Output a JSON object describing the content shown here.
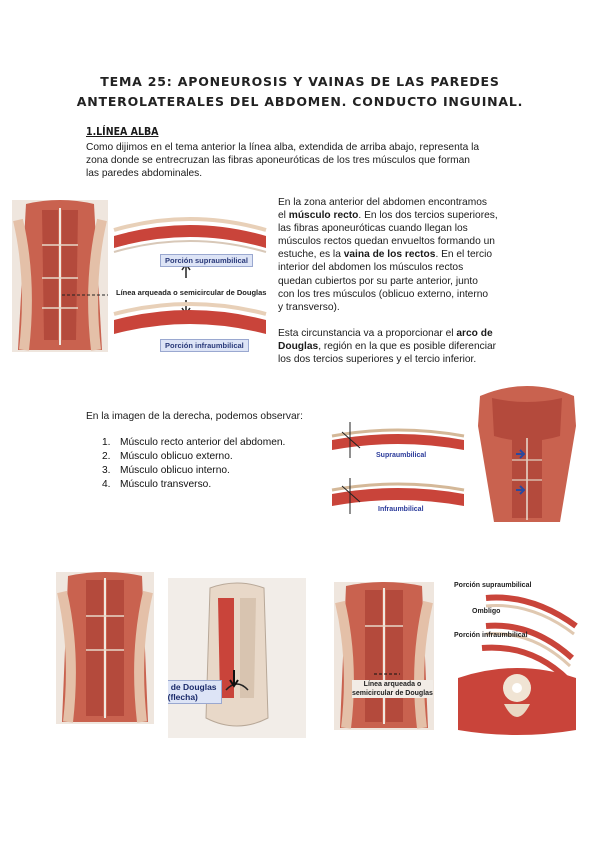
{
  "title": {
    "line1": "TEMA 25: APONEUROSIS Y VAINAS DE LAS PAREDES",
    "line2": "ANTEROLATERALES DEL ABDOMEN. CONDUCTO INGUINAL."
  },
  "section": {
    "heading": "1.LÍNEA ALBA"
  },
  "intro": {
    "line1": "Como dijimos en el tema anterior la línea alba, extendida de arriba abajo, representa la",
    "line2": "zona donde se entrecruzan las fibras aponeuróticas de los tres músculos que forman",
    "line3": "las paredes abdominales."
  },
  "right_text": {
    "p1_a": "En la zona anterior del abdomen encontramos",
    "p1_b_pre": "el ",
    "p1_b_bold": "músculo recto",
    "p1_b_post": ". En los dos tercios superiores,",
    "p1_c": "las fibras aponeuróticas cuando llegan los",
    "p1_d": "músculos rectos quedan envueltos formando un",
    "p1_e_pre": "estuche, es la ",
    "p1_e_bold": "vaina de los rectos",
    "p1_e_post": ". En el tercio",
    "p1_f": "interior del abdomen los músculos rectos",
    "p1_g": "quedan cubiertos por su parte anterior, junto",
    "p1_h": "con los tres músculos (oblicuo externo, interno",
    "p1_i": "y transverso).",
    "p2_a_pre": "Esta circunstancia va a proporcionar el ",
    "p2_a_bold": "arco de",
    "p2_b_bold": "Douglas",
    "p2_b_post": ", región en la que es posible diferenciar",
    "p2_c": "los dos tercios superiores y el tercio inferior."
  },
  "observe": {
    "text": "En la imagen de la derecha, podemos observar:"
  },
  "list": [
    {
      "num": "1.",
      "text": "Músculo recto anterior del abdomen."
    },
    {
      "num": "2.",
      "text": "Músculo oblicuo externo."
    },
    {
      "num": "3.",
      "text": "Músculo oblicuo interno."
    },
    {
      "num": "4.",
      "text": "Músculo transverso."
    }
  ],
  "figure_labels": {
    "supra": "Porción supraumbilical",
    "linea": "Línea arqueada o semicircular de Douglas",
    "infra": "Porción infraumbilical",
    "supra2": "Supraumbilical",
    "infra2": "Infraumbilical",
    "arco": "Arco de Douglas",
    "flecha": "(flecha)",
    "linea2a": "Línea arqueada o",
    "linea2b": "semicircular de Douglas",
    "p_supra": "Porción supraumbilical",
    "ombligo": "Ombligo",
    "p_infra": "Porción infraumbilical"
  },
  "colors": {
    "muscle": "#c4584a",
    "muscle_dark": "#9c3a30",
    "skin": "#e8c4a8",
    "label_bg": "#dde4f6"
  }
}
